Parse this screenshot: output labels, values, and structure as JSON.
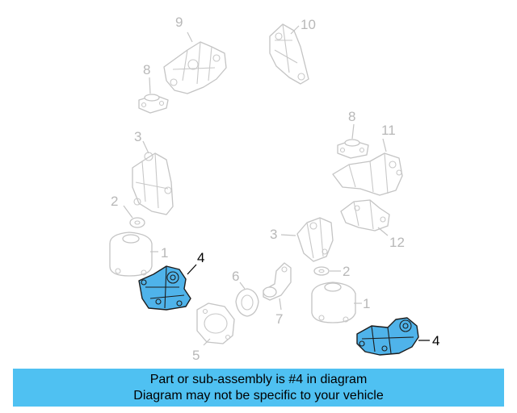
{
  "callouts": [
    {
      "id": "c9",
      "label": "9",
      "highlighted": false
    },
    {
      "id": "c10",
      "label": "10",
      "highlighted": false
    },
    {
      "id": "c8a",
      "label": "8",
      "highlighted": false
    },
    {
      "id": "c3a",
      "label": "3",
      "highlighted": false
    },
    {
      "id": "c2a",
      "label": "2",
      "highlighted": false
    },
    {
      "id": "c1a",
      "label": "1",
      "highlighted": false
    },
    {
      "id": "c4a",
      "label": "4",
      "highlighted": true
    },
    {
      "id": "c6",
      "label": "6",
      "highlighted": false
    },
    {
      "id": "c7",
      "label": "7",
      "highlighted": false
    },
    {
      "id": "c5",
      "label": "5",
      "highlighted": false
    },
    {
      "id": "c8b",
      "label": "8",
      "highlighted": false
    },
    {
      "id": "c11",
      "label": "11",
      "highlighted": false
    },
    {
      "id": "c3b",
      "label": "3",
      "highlighted": false
    },
    {
      "id": "c12",
      "label": "12",
      "highlighted": false
    },
    {
      "id": "c2b",
      "label": "2",
      "highlighted": false
    },
    {
      "id": "c1b",
      "label": "1",
      "highlighted": false
    },
    {
      "id": "c4b",
      "label": "4",
      "highlighted": true
    }
  ],
  "banner": {
    "line1": "Part or sub-assembly is #4 in diagram",
    "line2": "Diagram may not be specific to your vehicle"
  },
  "colors": {
    "highlight_fill": "#4fb3ea",
    "banner_bg": "#4fc1f2",
    "faded_line": "#c4c4c4"
  }
}
